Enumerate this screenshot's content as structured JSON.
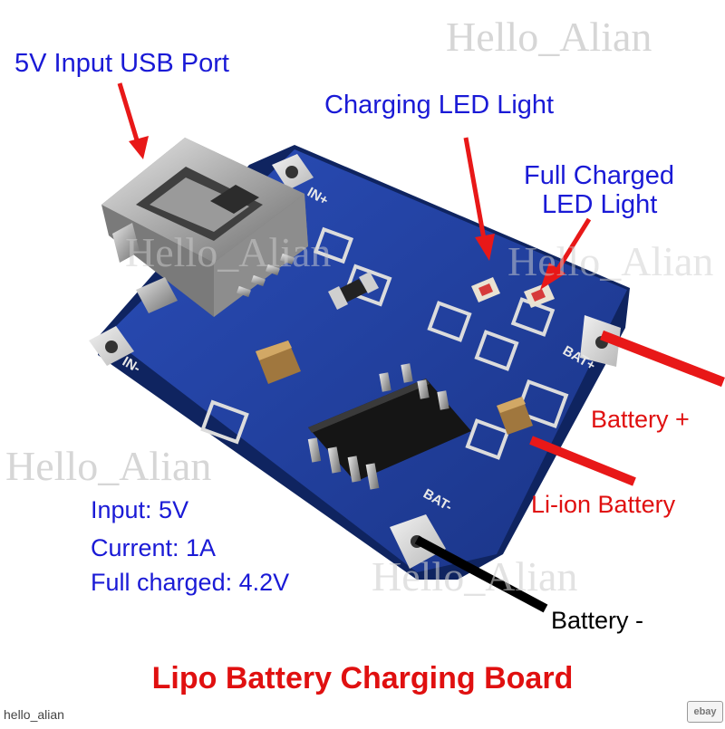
{
  "watermarks": [
    "Hello_Alian",
    "Hello_Alian",
    "Hello_Alian",
    "Hello_Alian",
    "Hello_Alian"
  ],
  "labels": {
    "usb_port": "5V Input USB Port",
    "charging_led": "Charging LED Light",
    "full_charged_led_line1": "Full Charged",
    "full_charged_led_line2": "LED Light",
    "battery_plus": "Battery +",
    "li_ion": "Li-ion Battery",
    "battery_minus": "Battery -"
  },
  "specs": {
    "input": "Input: 5V",
    "current": "Current: 1A",
    "full_charged": "Full charged: 4.2V"
  },
  "pcb_marks": {
    "in_plus": "IN+",
    "in_minus": "IN-",
    "bat_plus": "BAT+",
    "bat_minus": "BAT-"
  },
  "title": "Lipo Battery Charging Board",
  "credit": "hello_alian",
  "colors": {
    "label_blue": "#1a1ad6",
    "label_red": "#e01010",
    "pcb_blue": "#1f3fa0",
    "arrow_red": "#e81818"
  }
}
